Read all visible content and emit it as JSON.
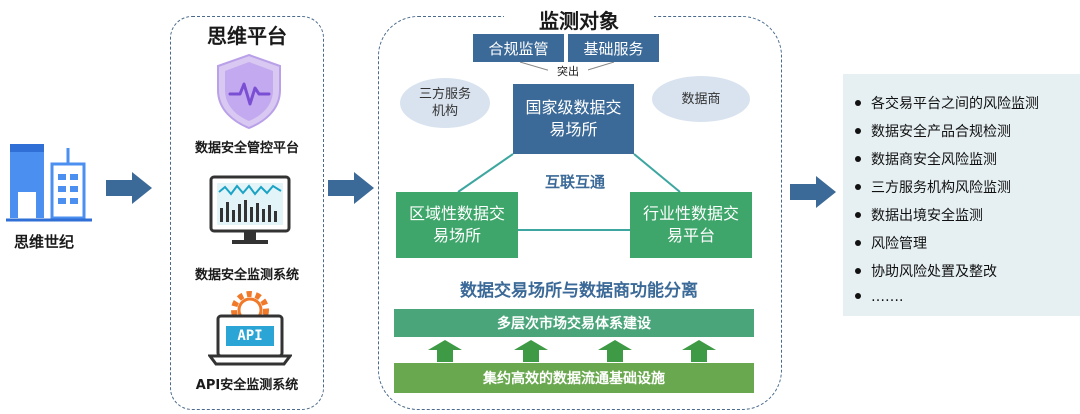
{
  "left": {
    "label": "思维世纪"
  },
  "platform": {
    "title": "思维平台",
    "items": [
      {
        "label": "数据安全管控平台"
      },
      {
        "label": "数据安全监测系统"
      },
      {
        "label": "API安全监测系统"
      }
    ],
    "api_text": "API"
  },
  "monitor": {
    "title": "监测对象",
    "top_boxes": [
      "合规监管",
      "基础服务"
    ],
    "highlight_label": "突出",
    "center_box": "国家级数据交易场所",
    "ellipse_left": "三方服务机构",
    "ellipse_right": "数据商",
    "left_box": "区域性数据交易场所",
    "right_box": "行业性数据交易平台",
    "interconnect": "互联互通",
    "separation": "数据交易场所与数据商功能分离",
    "bar_top": "多层次市场交易体系建设",
    "bar_bottom": "集约高效的数据流通基础设施"
  },
  "right_list": [
    "各交易平台之间的风险监测",
    "数据安全产品合规检测",
    "数据商安全风险监测",
    "三方服务机构风险监测",
    "数据出境安全监测",
    "风险管理",
    "协助风险处置及整改",
    "……."
  ],
  "colors": {
    "blue_box": "#3c6a98",
    "green_box": "#3ea66a",
    "ellipse": "#d9e3ef",
    "arrow": "#3c6a98",
    "bar_top": "#4aa57a",
    "bar_bottom": "#6aa84f",
    "list_bg": "#e6f0f2"
  }
}
